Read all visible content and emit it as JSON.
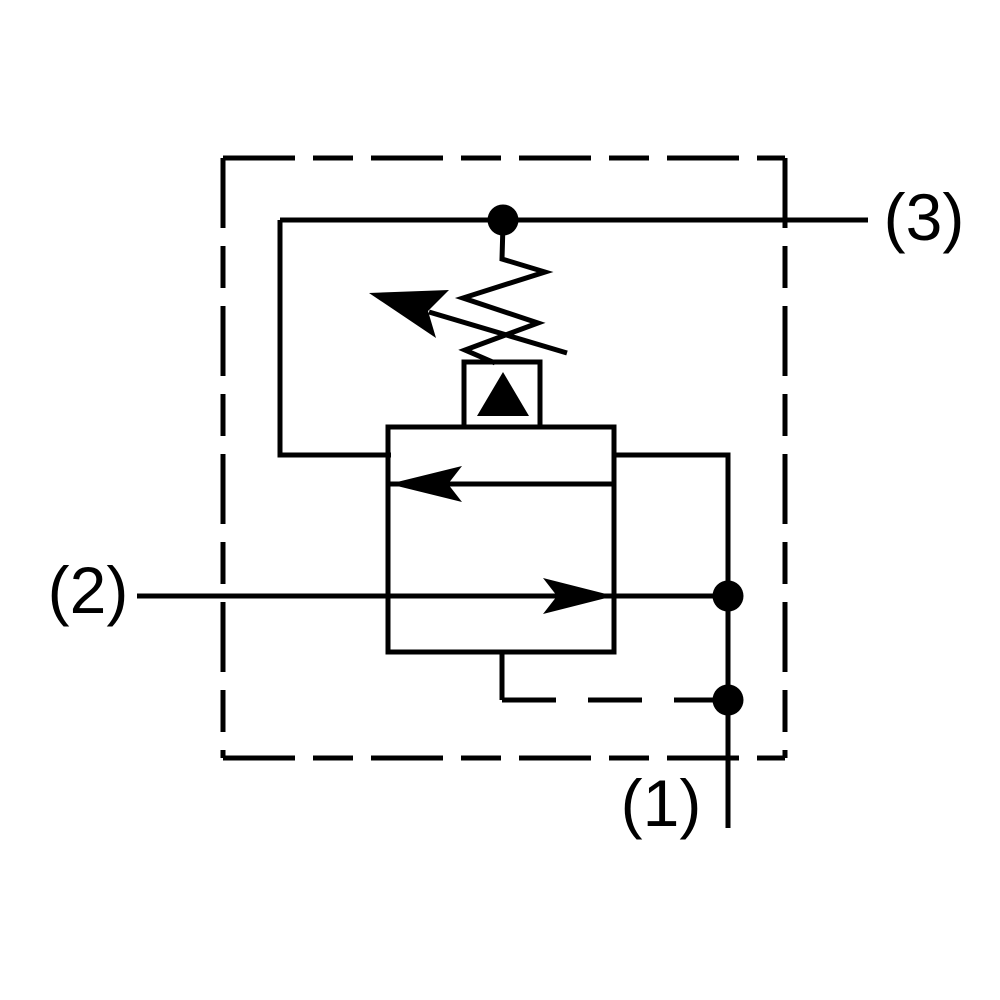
{
  "diagram": {
    "kind": "hydraulic-valve-schematic-symbol",
    "description": "Spring-adjustable pilot-operated pressure valve symbol inside a dashed component envelope with three numbered ports",
    "colors": {
      "line": "#000000",
      "background": "#ffffff"
    },
    "ports": [
      {
        "id": "1",
        "label": "(1)",
        "position": "bottom-right"
      },
      {
        "id": "2",
        "label": "(2)",
        "position": "left"
      },
      {
        "id": "3",
        "label": "(3)",
        "position": "top-right"
      }
    ],
    "symbols": [
      "dashed-envelope",
      "valve-body",
      "adjustable-spring",
      "adjustment-arrow",
      "pilot-triangle",
      "flow-arrow-left",
      "flow-arrow-right",
      "junction-dot",
      "junction-dot",
      "junction-dot"
    ]
  }
}
